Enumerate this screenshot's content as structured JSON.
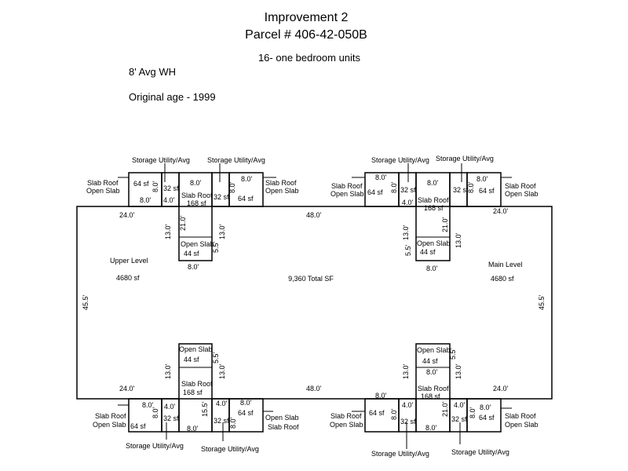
{
  "header": {
    "title": "Improvement 2",
    "parcel": "Parcel # 406-42-050B",
    "units": "16- one bedroom units",
    "wall_height": "8' Avg WH",
    "original_age": "Original age - 1999"
  },
  "plan": {
    "main": {
      "total": "9,360 Total SF",
      "upper_label": "Upper Level",
      "upper_area": "4680 sf",
      "main_label": "Main Level",
      "main_area": "4680 sf",
      "dim_top_left": "24.0'",
      "dim_top_mid": "48.0'",
      "dim_top_right": "24.0'",
      "dim_bot_left": "24.0'",
      "dim_bot_mid": "48.0'",
      "dim_bot_right": "24.0'",
      "dim_left": "45.5'",
      "dim_right": "45.5'"
    },
    "labels": {
      "storage": "Storage Utility/Avg",
      "slab_roof": "Slab Roof",
      "open_slab": "Open Slab",
      "sf64": "64 sf",
      "sf32": "32 sf",
      "sf168": "168 sf",
      "sf44": "44 sf",
      "d8": "8.0'",
      "d4": "4.0'",
      "d13": "13.0'",
      "d21": "21.0'",
      "d55": "5.5'",
      "d155": "15.5'",
      "d8v": "8.0'"
    }
  }
}
